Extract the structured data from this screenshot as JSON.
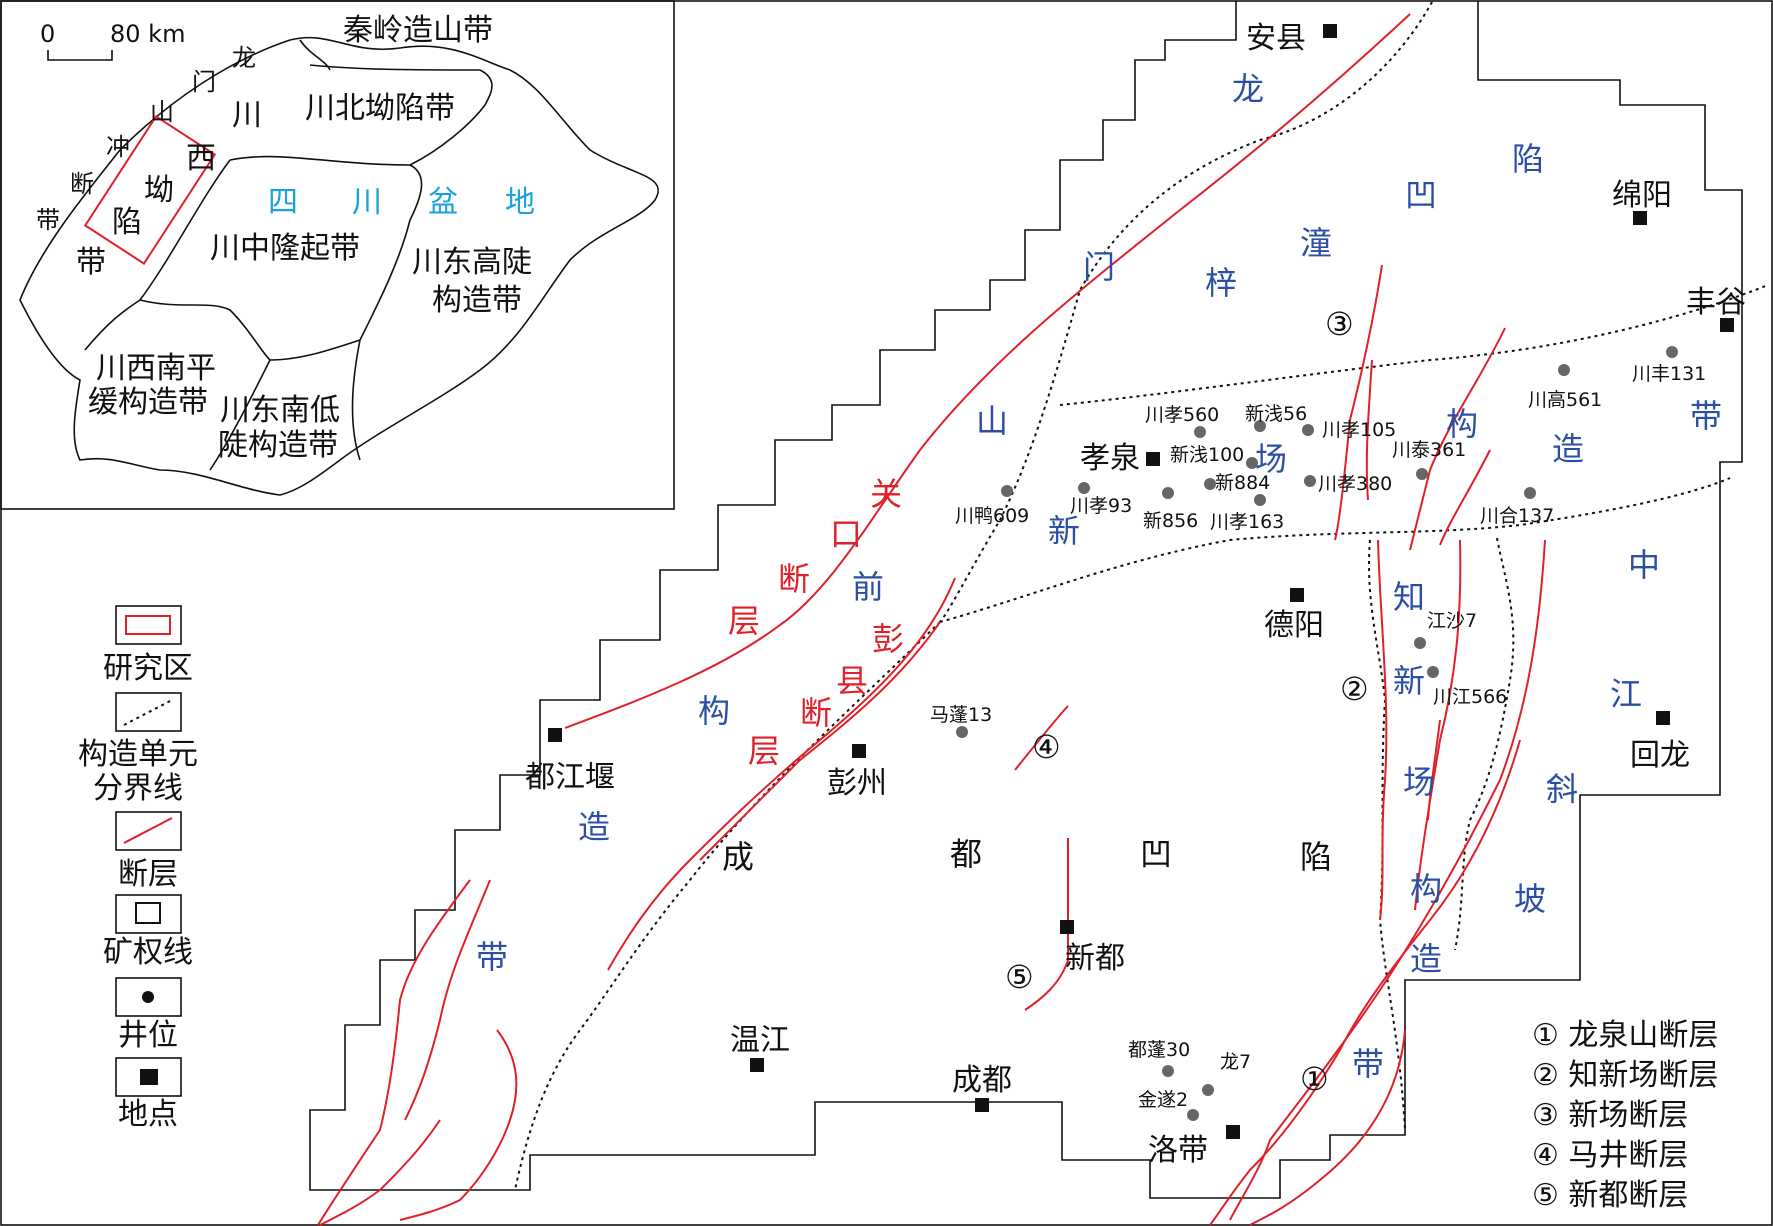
{
  "inset": {
    "scale_zero": "0",
    "scale_label": "80 km",
    "regions": {
      "qinling": "秦岭造山带",
      "chuanbei": "川北坳陷带",
      "chuanzhong": "川中隆起带",
      "chuandong": "川东高陡",
      "chuandong2": "构造带",
      "chuanxinan": "川西南平",
      "chuanxinan2": "缓构造带",
      "chuandongnan": "川东南低",
      "chuandongnan2": "陡构造带",
      "sichuan_chars": [
        "四",
        "川",
        "盆",
        "地"
      ],
      "longmen_chars": [
        "龙",
        "门",
        "山",
        "冲",
        "断",
        "带"
      ],
      "chuanxi_chars": [
        "川",
        "西",
        "坳",
        "陷",
        "带"
      ]
    }
  },
  "legend": [
    {
      "label": "研究区",
      "symbol": "red-rect"
    },
    {
      "label": "构造单元",
      "label2": "分界线",
      "symbol": "dotted-line"
    },
    {
      "label": "断层",
      "symbol": "red-line"
    },
    {
      "label": "矿权线",
      "symbol": "black-rect"
    },
    {
      "label": "井位",
      "symbol": "dot"
    },
    {
      "label": "地点",
      "symbol": "square"
    }
  ],
  "fault_legend": [
    "① 龙泉山断层",
    "② 知新场断层",
    "③ 新场断层",
    "④ 马井断层",
    "⑤ 新都断层"
  ],
  "fault_markers": [
    "③",
    "②",
    "④",
    "⑤",
    "①"
  ],
  "places": [
    "安县",
    "绵阳",
    "丰谷",
    "孝泉",
    "德阳",
    "回龙",
    "都江堰",
    "彭州",
    "新都",
    "温江",
    "成都",
    "洛带"
  ],
  "wells": [
    "川孝560",
    "新浅56",
    "川孝105",
    "新浅100",
    "川高561",
    "川丰131",
    "川泰361",
    "新884",
    "川孝380",
    "川孝93",
    "川鸭609",
    "新856",
    "川孝163",
    "川合137",
    "江沙7",
    "川江566",
    "马蓬13",
    "都蓬30",
    "龙7",
    "金遂2"
  ],
  "structure_labels": {
    "longmenshan": [
      "龙",
      "门",
      "山",
      "前",
      "构",
      "造",
      "带"
    ],
    "zitong": [
      "梓",
      "潼",
      "凹",
      "陷"
    ],
    "xinchang": [
      "新",
      "场",
      "构",
      "造",
      "带"
    ],
    "zhixinchang": [
      "知",
      "新",
      "场",
      "构",
      "造",
      "带"
    ],
    "zhongjiang": [
      "中",
      "江",
      "斜",
      "坡"
    ],
    "chengdu": [
      "成",
      "都",
      "凹",
      "陷"
    ],
    "guankou": [
      "关",
      "口",
      "断",
      "层"
    ],
    "pengxian": [
      "彭",
      "县",
      "断",
      "层"
    ]
  }
}
